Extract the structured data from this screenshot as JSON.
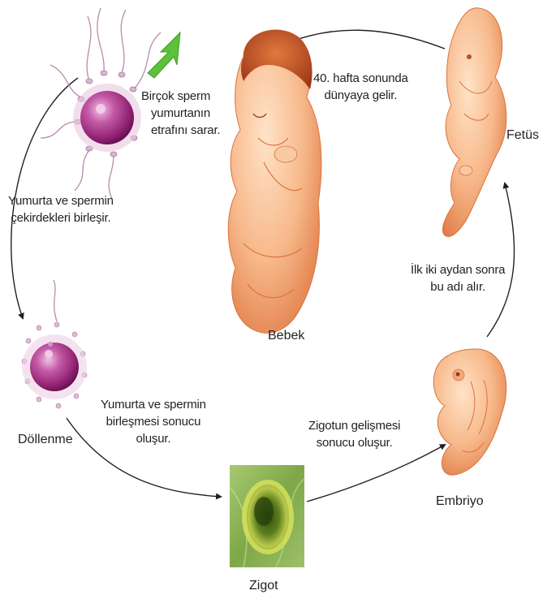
{
  "stages": {
    "dollenme": "Döllenme",
    "zigot": "Zigot",
    "embriyo": "Embriyo",
    "fetus": "Fetüs",
    "bebek": "Bebek"
  },
  "captions": {
    "sperm_surround": [
      "Birçok sperm",
      "yumurtanın",
      "etrafını sarar."
    ],
    "nuclei_merge": [
      "Yumurta ve spermin",
      "çekirdekleri birleşir."
    ],
    "zigot_formation": [
      "Yumurta ve spermin",
      "birleşmesi sonucu",
      "oluşur."
    ],
    "embriyo_formation": [
      "Zigotun gelişmesi",
      "sonucu oluşur."
    ],
    "fetus_naming": [
      "İlk iki aydan sonra",
      "bu adı alır."
    ],
    "birth": [
      "40. hafta sonunda",
      "dünyaya gelir."
    ]
  },
  "colors": {
    "egg_purple": "#a4287f",
    "egg_highlight": "#e6a7d6",
    "zigot_green": "#6e9a2a",
    "skin": "#f6b989",
    "skin_shadow": "#e58752",
    "hair": "#c8502a",
    "pointer_green": "#5cc23a",
    "arrow": "#231f20"
  }
}
